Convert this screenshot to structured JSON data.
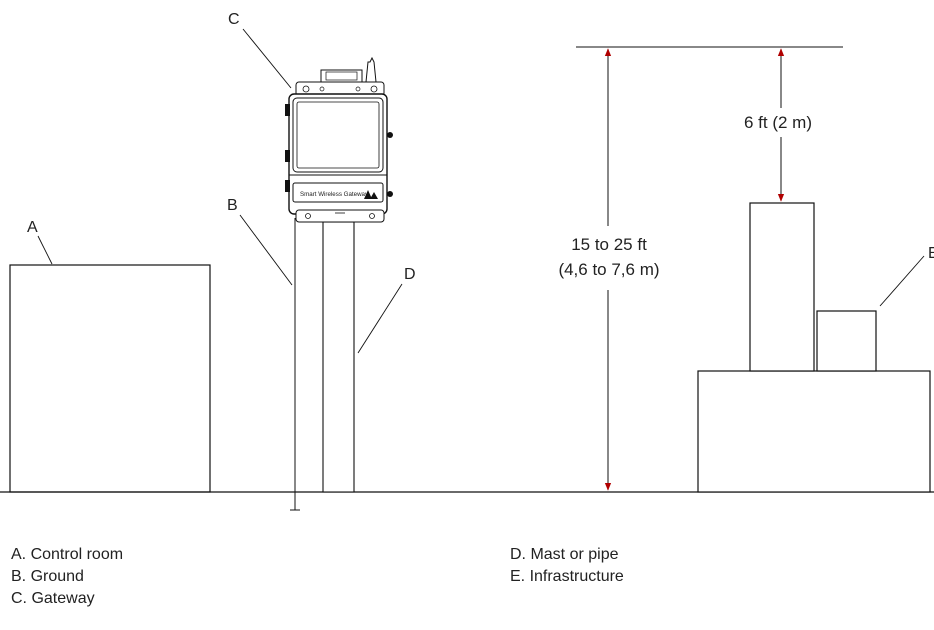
{
  "callouts": {
    "a": "A",
    "b": "B",
    "c": "C",
    "d": "D",
    "e": "E"
  },
  "dimensions": {
    "overall_line1": "15 to 25 ft",
    "overall_line2": "(4,6 to 7,6 m)",
    "top_offset": "6 ft (2 m)"
  },
  "gateway_label": "Smart Wireless Gateway",
  "legend": {
    "left": [
      "A. Control room",
      "B. Ground",
      "C. Gateway"
    ],
    "right": [
      "D. Mast or pipe",
      "E. Infrastructure"
    ]
  },
  "colors": {
    "line": "#111111",
    "arrow": "#b00000",
    "text": "#222222"
  }
}
